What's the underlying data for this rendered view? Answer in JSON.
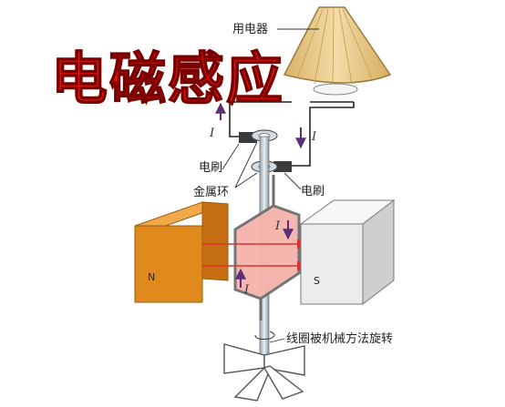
{
  "title": "电磁感应",
  "labels": {
    "appliance": "用电器",
    "brush_upper": "电刷",
    "brush_lower": "电刷",
    "slip_rings": "金属环",
    "rotation_note": "线圈被机械方法旋转",
    "pole_north": "N",
    "pole_south": "S"
  },
  "current_symbol": "I",
  "colors": {
    "title": "#e8120c",
    "north_magnet": "#e08a1e",
    "south_magnet": "#ececec",
    "coil_fill": "#f5b3ab",
    "field_lines": "#d9342b",
    "current_arrows": "#5b2d7a",
    "lamp_shade": "#e9c987"
  }
}
